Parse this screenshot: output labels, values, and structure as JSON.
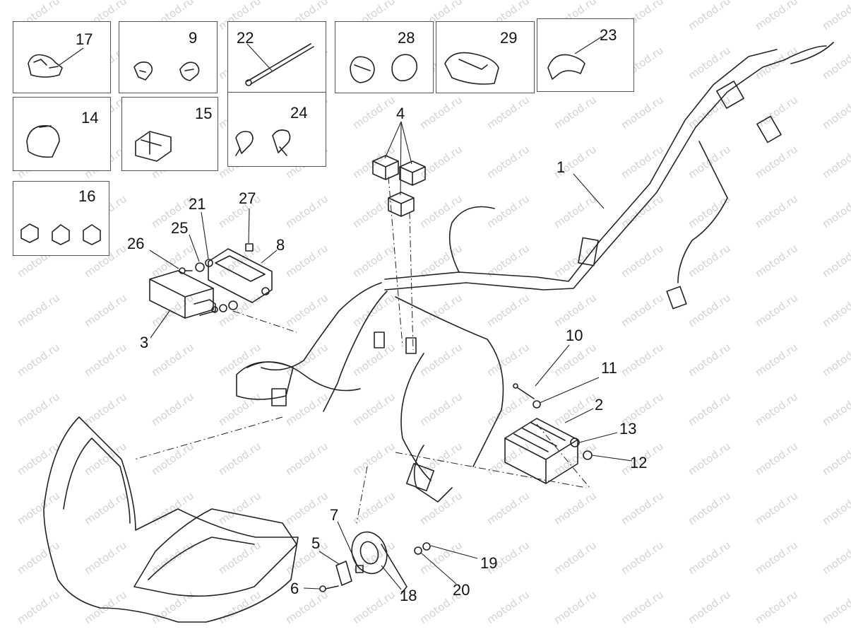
{
  "watermark": "motod.ru",
  "insets": [
    {
      "id": "17",
      "label": "17"
    },
    {
      "id": "9",
      "label": "9"
    },
    {
      "id": "22",
      "label": "22"
    },
    {
      "id": "28",
      "label": "28"
    },
    {
      "id": "29",
      "label": "29"
    },
    {
      "id": "23",
      "label": "23"
    },
    {
      "id": "14",
      "label": "14"
    },
    {
      "id": "15",
      "label": "15"
    },
    {
      "id": "24",
      "label": "24"
    },
    {
      "id": "16",
      "label": "16"
    }
  ],
  "callouts": {
    "c1": "1",
    "c2": "2",
    "c3": "3",
    "c4": "4",
    "c5": "5",
    "c6": "6",
    "c7": "7",
    "c8": "8",
    "c10": "10",
    "c11": "11",
    "c12": "12",
    "c13": "13",
    "c18": "18",
    "c19": "19",
    "c20": "20",
    "c21": "21",
    "c25": "25",
    "c26": "26",
    "c27": "27"
  }
}
